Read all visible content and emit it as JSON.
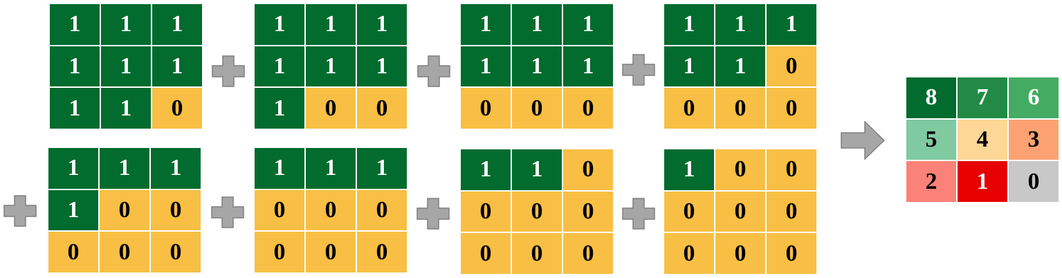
{
  "colors": {
    "one_cell": "#026b2e",
    "zero_cell": "#f8bf44",
    "operator_gray": "#a6a6a6",
    "result_palette": {
      "8": "#026b2e",
      "7": "#228a45",
      "6": "#44ab62",
      "5": "#7fcaa0",
      "4": "#fdd796",
      "3": "#fca272",
      "2": "#fb8278",
      "1": "#e60000",
      "0": "#c8c8c8"
    }
  },
  "operators": {
    "plus": "+",
    "equals_arrow": "arrow-right"
  },
  "masks": [
    {
      "id": "m1",
      "cells": [
        [
          1,
          1,
          1
        ],
        [
          1,
          1,
          1
        ],
        [
          1,
          1,
          0
        ]
      ]
    },
    {
      "id": "m2",
      "cells": [
        [
          1,
          1,
          1
        ],
        [
          1,
          1,
          1
        ],
        [
          1,
          0,
          0
        ]
      ]
    },
    {
      "id": "m3",
      "cells": [
        [
          1,
          1,
          1
        ],
        [
          1,
          1,
          1
        ],
        [
          0,
          0,
          0
        ]
      ]
    },
    {
      "id": "m4",
      "cells": [
        [
          1,
          1,
          1
        ],
        [
          1,
          1,
          0
        ],
        [
          0,
          0,
          0
        ]
      ]
    },
    {
      "id": "m5",
      "cells": [
        [
          1,
          1,
          1
        ],
        [
          1,
          0,
          0
        ],
        [
          0,
          0,
          0
        ]
      ]
    },
    {
      "id": "m6",
      "cells": [
        [
          1,
          1,
          1
        ],
        [
          0,
          0,
          0
        ],
        [
          0,
          0,
          0
        ]
      ]
    },
    {
      "id": "m7",
      "cells": [
        [
          1,
          1,
          0
        ],
        [
          0,
          0,
          0
        ],
        [
          0,
          0,
          0
        ]
      ]
    },
    {
      "id": "m8",
      "cells": [
        [
          1,
          0,
          0
        ],
        [
          0,
          0,
          0
        ],
        [
          0,
          0,
          0
        ]
      ]
    }
  ],
  "result": {
    "cells": [
      [
        8,
        7,
        6
      ],
      [
        5,
        4,
        3
      ],
      [
        2,
        1,
        0
      ]
    ],
    "text_colors": [
      [
        "#ffffff",
        "#ffffff",
        "#ffffff"
      ],
      [
        "#000000",
        "#000000",
        "#000000"
      ],
      [
        "#000000",
        "#ffffff",
        "#000000"
      ]
    ]
  }
}
